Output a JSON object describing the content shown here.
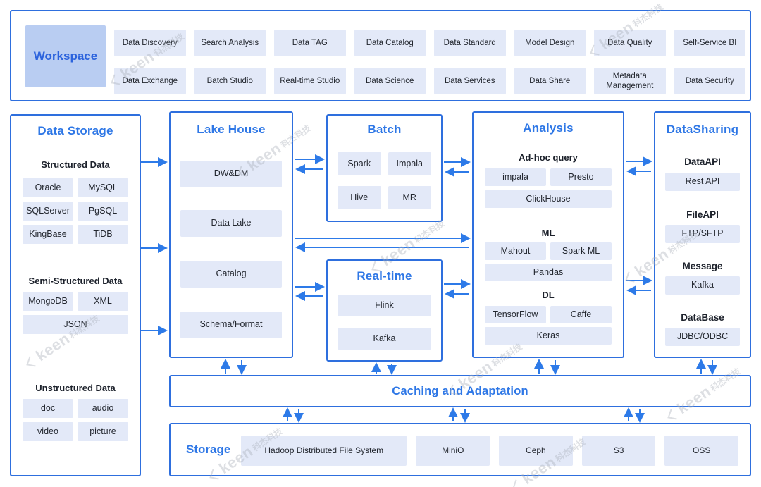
{
  "colors": {
    "accent_blue": "#2e6fde",
    "arrow_blue": "#2d7ae8",
    "title_blue": "#2e77e6",
    "tile_fill": "#e3e9f8",
    "workspace_tile_fill": "#b9cdf2"
  },
  "workspace_bar": {
    "title": "Workspace",
    "modules": [
      "Data Discovery",
      "Search Analysis",
      "Data TAG",
      "Data Catalog",
      "Data Standard",
      "Model Design",
      "Data Quality",
      "Self-Service BI",
      "Data Exchange",
      "Batch Studio",
      "Real-time Studio",
      "Data Science",
      "Data Services",
      "Data Share",
      "Metadata Management",
      "Data Security"
    ]
  },
  "data_storage": {
    "title": "Data Storage",
    "sections": [
      {
        "heading": "Structured Data",
        "items": [
          "Oracle",
          "MySQL",
          "SQLServer",
          "PgSQL",
          "KingBase",
          "TiDB"
        ]
      },
      {
        "heading": "Semi-Structured Data",
        "items": [
          "MongoDB",
          "XML",
          "JSON"
        ]
      },
      {
        "heading": "Unstructured Data",
        "items": [
          "doc",
          "audio",
          "video",
          "picture"
        ]
      }
    ]
  },
  "lake_house": {
    "title": "Lake House",
    "items": [
      "DW&DM",
      "Data Lake",
      "Catalog",
      "Schema/Format"
    ]
  },
  "batch": {
    "title": "Batch",
    "items": [
      "Spark",
      "Impala",
      "Hive",
      "MR"
    ]
  },
  "realtime": {
    "title": "Real-time",
    "items": [
      "Flink",
      "Kafka"
    ]
  },
  "analysis": {
    "title": "Analysis",
    "groups": [
      {
        "heading": "Ad-hoc query",
        "items": [
          "impala",
          "Presto",
          "ClickHouse"
        ]
      },
      {
        "heading": "ML",
        "items": [
          "Mahout",
          "Spark ML",
          "Pandas"
        ]
      },
      {
        "heading": "DL",
        "items": [
          "TensorFlow",
          "Caffe",
          "Keras"
        ]
      }
    ]
  },
  "data_sharing": {
    "title": "DataSharing",
    "groups": [
      {
        "heading": "DataAPI",
        "item": "Rest API"
      },
      {
        "heading": "FileAPI",
        "item": "FTP/SFTP"
      },
      {
        "heading": "Message",
        "item": "Kafka"
      },
      {
        "heading": "DataBase",
        "item": "JDBC/ODBC"
      }
    ]
  },
  "caching": {
    "title": "Caching and Adaptation"
  },
  "storage": {
    "title": "Storage",
    "items": [
      "Hadoop Distributed File System",
      "MiniO",
      "Ceph",
      "S3",
      "OSS"
    ]
  },
  "watermark": {
    "brand": "keen",
    "cn": "科杰科技"
  }
}
